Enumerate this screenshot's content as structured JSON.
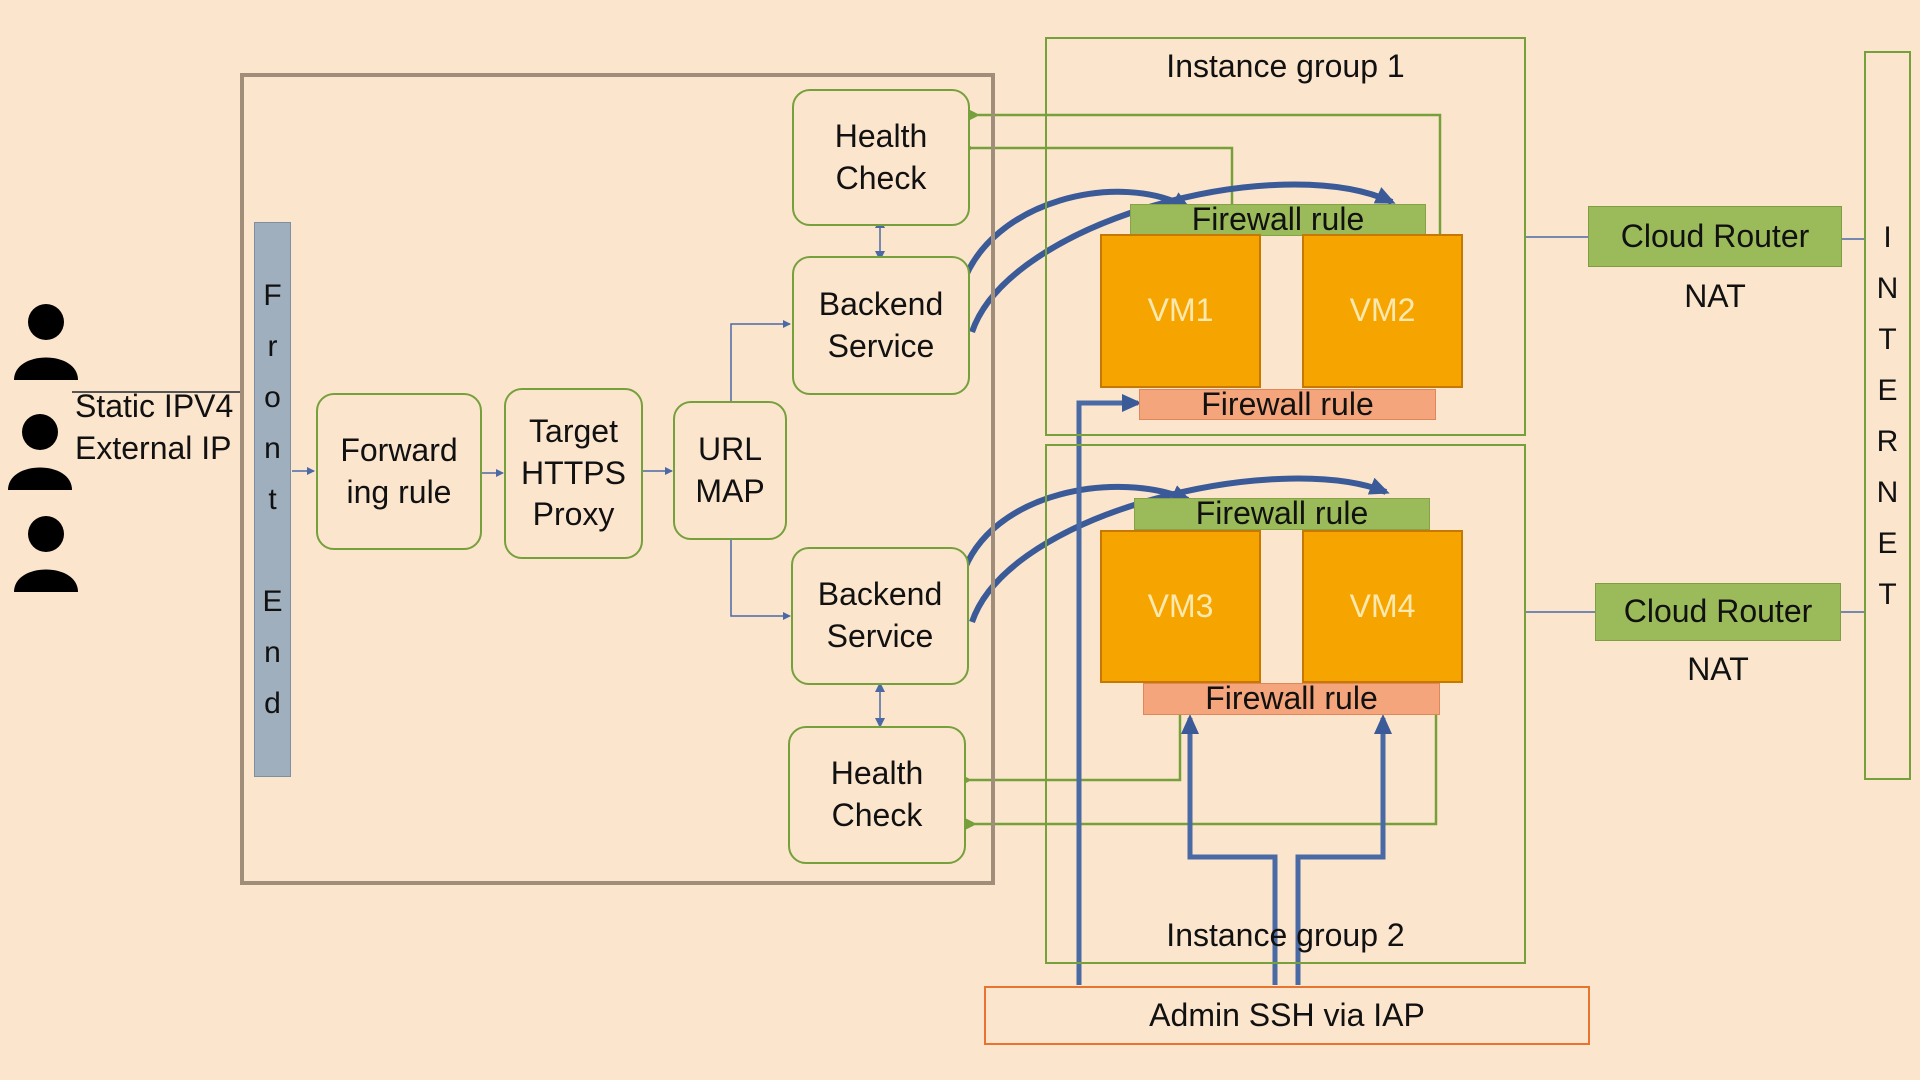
{
  "users": {
    "label_line1": "Static IPV4",
    "label_line2": "External IP"
  },
  "frontend": {
    "letters": [
      "F",
      "r",
      "o",
      "n",
      "t",
      "",
      "E",
      "n",
      "d"
    ]
  },
  "forwarding_rule": {
    "label": "Forward\ning rule"
  },
  "target_proxy": {
    "label": "Target\nHTTPS\nProxy"
  },
  "url_map": {
    "label": "URL\nMAP"
  },
  "health_check_top": {
    "label": "Health\nCheck"
  },
  "backend_service_top": {
    "label": "Backend\nService"
  },
  "backend_service_bottom": {
    "label": "Backend\nService"
  },
  "health_check_bottom": {
    "label": "Health\nCheck"
  },
  "instance_group_1": {
    "title": "Instance group 1",
    "firewall_top": "Firewall rule",
    "firewall_bottom": "Firewall rule",
    "vms": [
      "VM1",
      "VM2"
    ]
  },
  "instance_group_2": {
    "title": "Instance group 2",
    "firewall_top": "Firewall rule",
    "firewall_bottom": "Firewall rule",
    "vms": [
      "VM3",
      "VM4"
    ]
  },
  "router_1": {
    "label": "Cloud Router",
    "nat": "NAT"
  },
  "router_2": {
    "label": "Cloud Router",
    "nat": "NAT"
  },
  "internet": {
    "letters": [
      "I",
      "N",
      "T",
      "E",
      "R",
      "N",
      "E",
      "T"
    ]
  },
  "admin": {
    "label": "Admin SSH via IAP"
  },
  "colors": {
    "background": "#fce5cd",
    "green_border": "#76a03c",
    "vm_orange": "#f6a500",
    "firewall_green": "#9bba59",
    "firewall_orange": "#f4a57c",
    "blue_arrow": "#4a6aa5"
  }
}
